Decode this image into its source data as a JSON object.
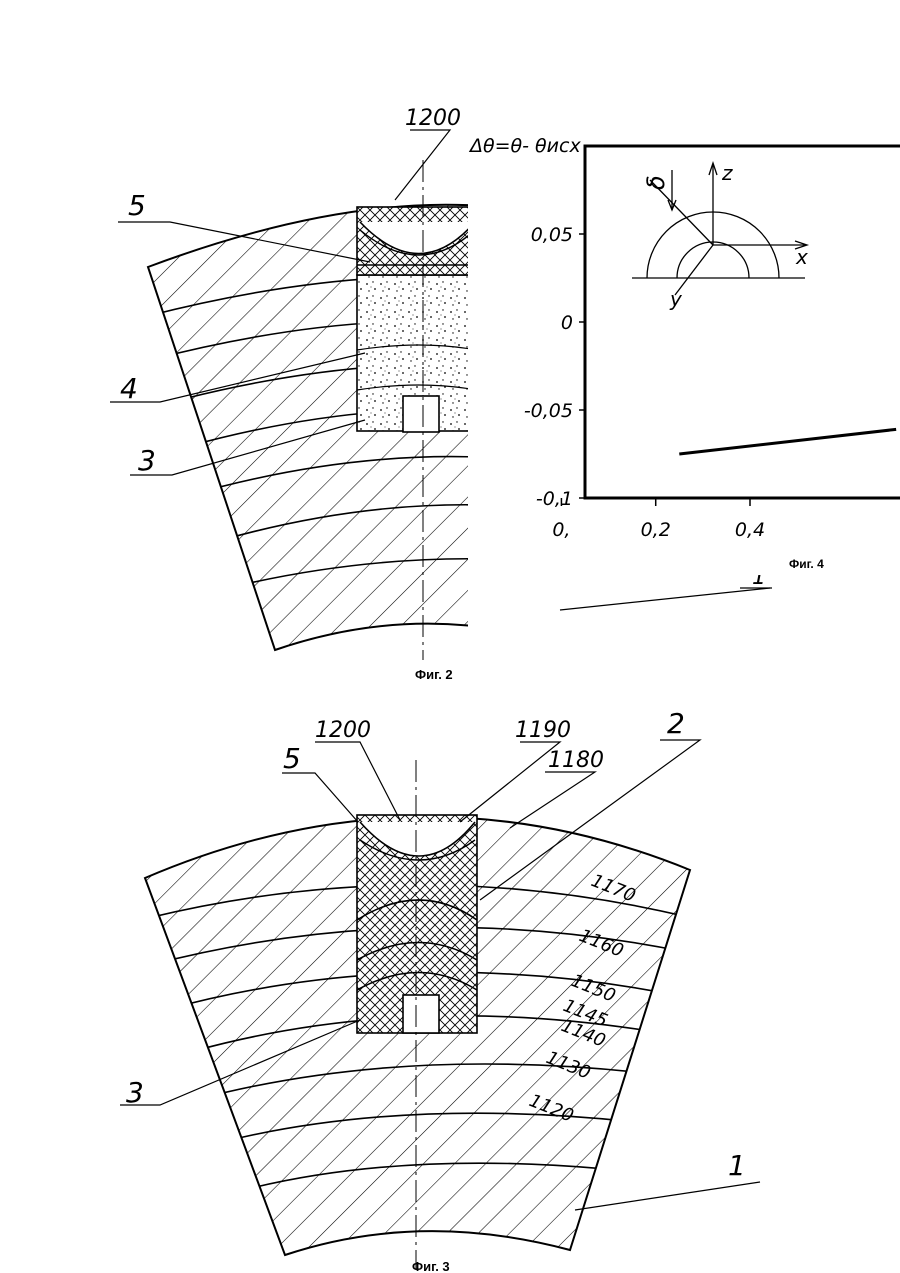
{
  "fig2": {
    "caption": "Фиг. 2",
    "labels": {
      "iso_1200": "1200",
      "part_5": "5",
      "part_4": "4",
      "part_3": "3",
      "part_1": "1"
    }
  },
  "fig3": {
    "caption": "Фиг. 3",
    "labels": {
      "iso_1200": "1200",
      "iso_1190": "1190",
      "iso_1180": "1180",
      "part_5": "5",
      "part_2": "2",
      "part_3": "3",
      "part_1": "1"
    },
    "isotherms": [
      "1170",
      "1160",
      "1150",
      "1145",
      "1140",
      "1130",
      "1120"
    ]
  },
  "fig4": {
    "caption": "Фиг. 4",
    "ylabel": "Δθ=θ- θисх",
    "inset": {
      "axis_z": "z",
      "axis_x": "x",
      "axis_y": "y",
      "label_delta": "δ"
    }
  },
  "chart_data": {
    "type": "line",
    "title": "",
    "xlabel": "",
    "ylabel": "Δθ=θ- θисх",
    "x_ticks": [
      "0,2",
      "0,4",
      "0,"
    ],
    "y_ticks": [
      "0,05",
      "0",
      "-0,05",
      "-0,1"
    ],
    "ylim": [
      -0.1,
      0.1
    ],
    "xlim": [
      0.05,
      0.75
    ],
    "series": [
      {
        "x": [
          0.25,
          0.71
        ],
        "y": [
          -0.075,
          -0.061
        ]
      }
    ],
    "grid": false
  }
}
